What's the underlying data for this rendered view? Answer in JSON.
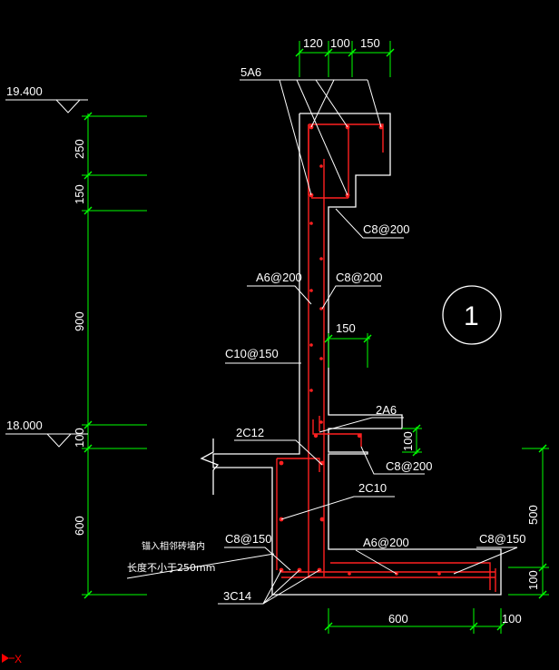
{
  "drawing": {
    "elevations": [
      "19.400",
      "18.000"
    ],
    "top_dims": [
      "120",
      "100",
      "150"
    ],
    "left_dims": [
      "250",
      "150",
      "900",
      "100",
      "600"
    ],
    "right_dims": [
      "500",
      "100"
    ],
    "bottom_dims": [
      "600",
      "100"
    ],
    "mid_dims": [
      "150",
      "100"
    ],
    "rebar_labels": {
      "five_a6": "5A6",
      "c8_200_top": "C8@200",
      "a6_200_wall": "A6@200",
      "c8_200_wall": "C8@200",
      "c10_150": "C10@150",
      "two_a6": "2A6",
      "two_c12": "2C12",
      "c8_200_mid": "C8@200",
      "two_c10": "2C10",
      "c8_150_left": "C8@150",
      "a6_200_base": "A6@200",
      "c8_150_base": "C8@150",
      "three_c14": "3C14"
    },
    "notes": [
      "锚入相邻砖墙内",
      "长度不小于250mm"
    ],
    "section_number": "1",
    "axis_label": "X"
  },
  "colors": {
    "background": "#000000",
    "outline": "#ffffff",
    "dimension": "#00ff00",
    "rebar": "#ff2020",
    "axis": "#ff0000"
  }
}
